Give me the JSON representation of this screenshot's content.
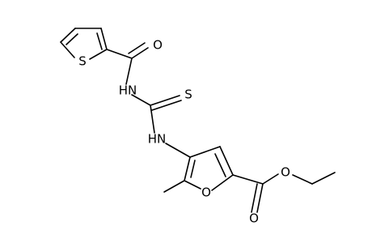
{
  "molecule": {
    "atoms": {
      "thiophene_s": "S",
      "carbonyl_o": "O",
      "amide_nh": "HN",
      "thione_s": "S",
      "thiourea_nh": "HN",
      "furan_o": "O",
      "ester_carbonyl_o": "O",
      "ester_o": "O"
    }
  }
}
